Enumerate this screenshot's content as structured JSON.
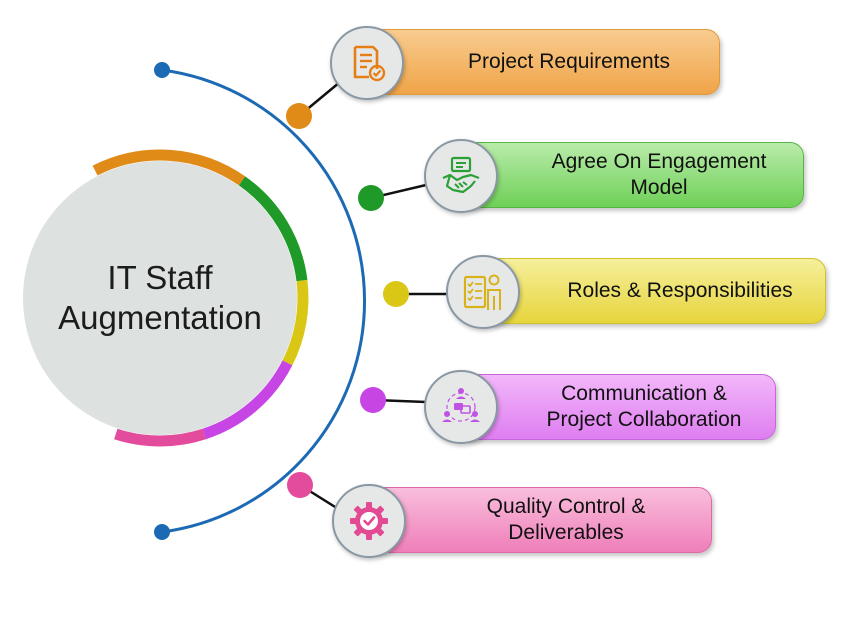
{
  "center": {
    "title": "IT Staff Augmentation"
  },
  "colors": {
    "orange": "#f4a64a",
    "green": "#3ea83a",
    "yellow": "#e2d11e",
    "purple": "#c84ee6",
    "pink": "#e94fa1",
    "arc": "#1d6ab4",
    "node_orange": "#e08a18",
    "node_green": "#1f9a28",
    "node_yellow": "#dac614",
    "node_purple": "#c645e4",
    "node_pink": "#e34b9c"
  },
  "steps": [
    {
      "label": "Project Requirements",
      "icon": "checklist-document-icon"
    },
    {
      "label": "Agree On Engagement Model",
      "icon": "handshake-agreement-icon"
    },
    {
      "label": "Roles & Responsibilities",
      "icon": "person-role-list-icon"
    },
    {
      "label": "Communication & Project Collaboration",
      "icon": "team-chat-collaboration-icon"
    },
    {
      "label": "Quality Control & Deliverables",
      "icon": "gear-check-icon"
    }
  ]
}
